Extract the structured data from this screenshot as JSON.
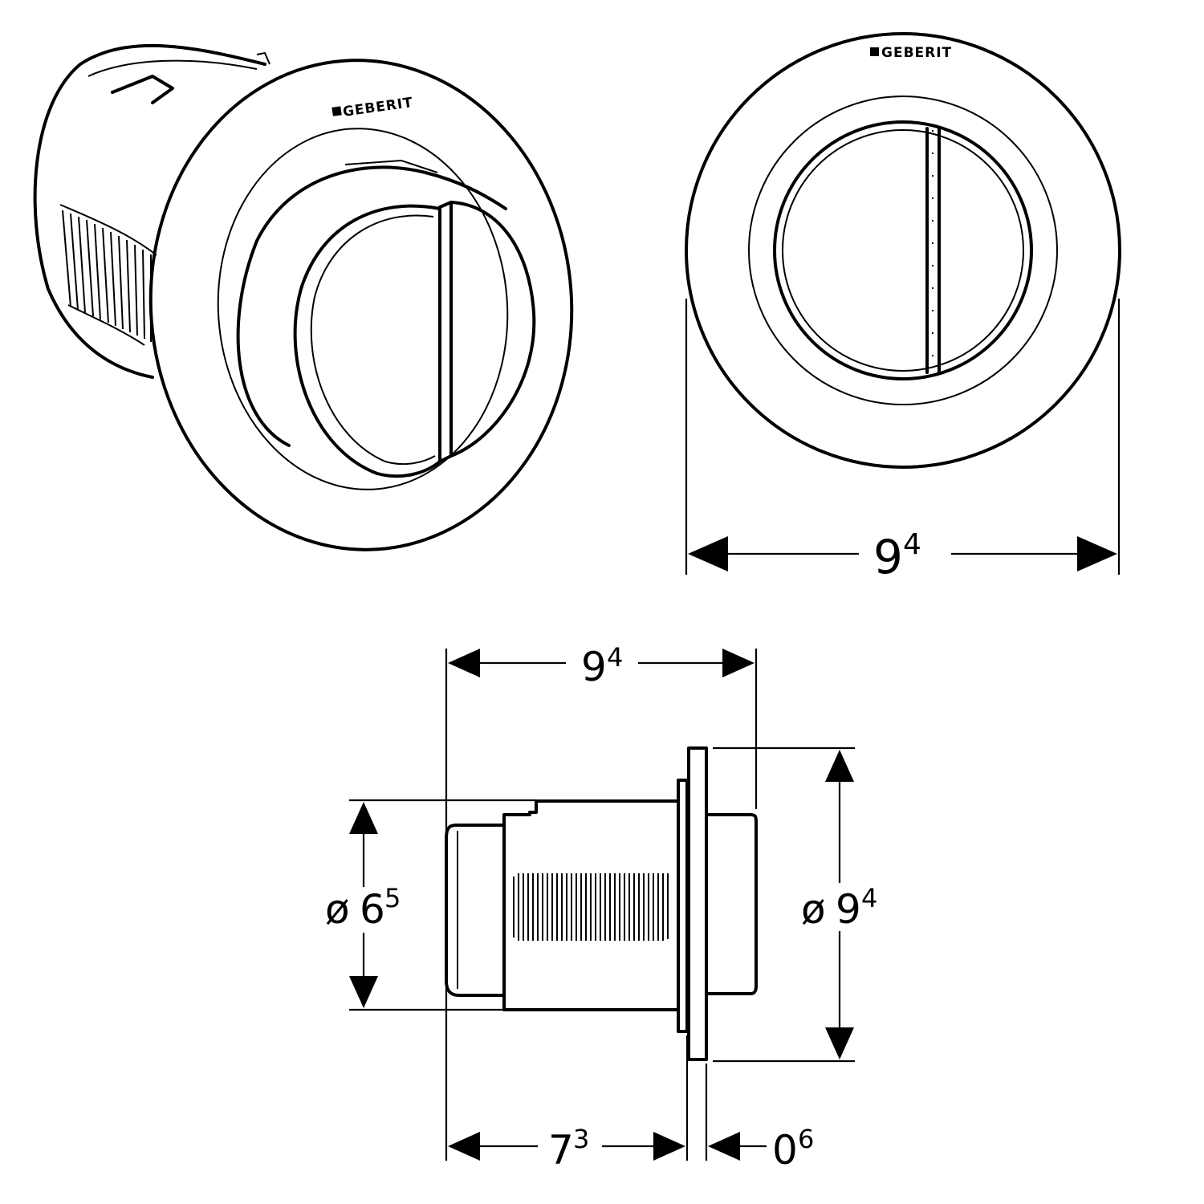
{
  "brand": {
    "logo_text": "GEBERIT"
  },
  "dimensions": {
    "front_width": {
      "main": "9",
      "sup": "4"
    },
    "top_overall": {
      "main": "9",
      "sup": "4"
    },
    "body_diameter": {
      "prefix": "ø",
      "main": "6",
      "sup": "5"
    },
    "plate_diameter": {
      "prefix": "ø",
      "main": "9",
      "sup": "4"
    },
    "body_depth": {
      "main": "7",
      "sup": "3"
    },
    "plate_thickness": {
      "main": "0",
      "sup": "6"
    }
  },
  "colors": {
    "line": "#000000",
    "background": "#ffffff"
  }
}
